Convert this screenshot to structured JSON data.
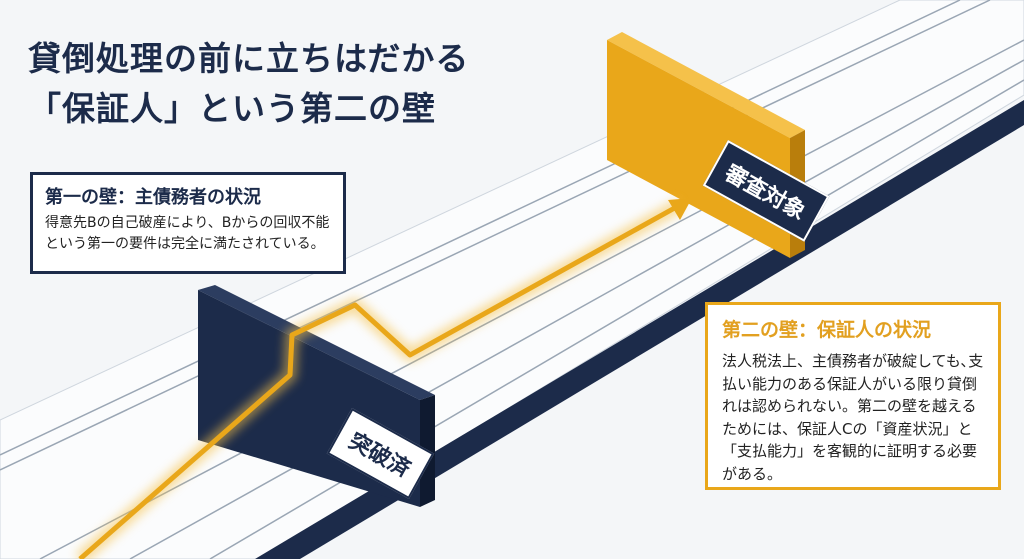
{
  "title": {
    "line1": "貸倒処理の前に立ちはだかる",
    "line2": "「保証人」という第二の壁"
  },
  "wall1_box": {
    "heading": "第一の壁：主債務者の状況",
    "body": "得意先Bの自己破産により、Bからの回収不能という第一の要件は完全に満たされている。"
  },
  "wall2_box": {
    "heading": "第二の壁：保証人の状況",
    "body": "法人税法上、主債務者が破綻しても､支払い能力のある保証人がいる限り貸倒れは認められない。第二の壁を越えるためには、保証人Cの「資産状況」と「支払能力」を客観的に証明する必要がある。"
  },
  "tags": {
    "passed": "突破済",
    "under_review": "審査対象"
  },
  "colors": {
    "navy": "#1c2b4a",
    "orange": "#e9a71a",
    "track": "#ffffff"
  }
}
